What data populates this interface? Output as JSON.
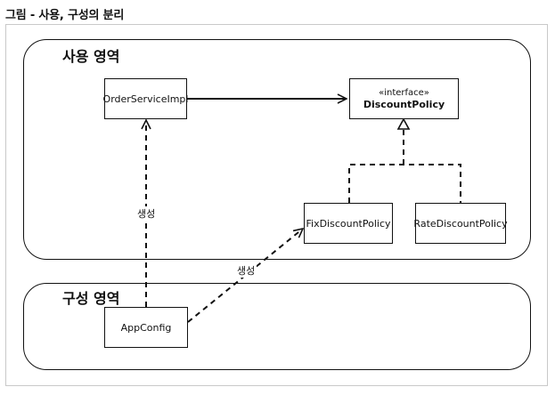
{
  "figure": {
    "title": "그림 - 사용, 구성의 분리"
  },
  "zones": {
    "usage": {
      "title": "사용 영역"
    },
    "config": {
      "title": "구성 영역"
    }
  },
  "nodes": {
    "order_service_impl": {
      "label": "OrderServiceImpl"
    },
    "discount_policy": {
      "stereotype": "«interface»",
      "label": "DiscountPolicy"
    },
    "fix_discount_policy": {
      "label": "FixDiscountPolicy"
    },
    "rate_discount_policy": {
      "label": "RateDiscountPolicy"
    },
    "app_config": {
      "label": "AppConfig"
    }
  },
  "edges": {
    "create_order_service": {
      "label": "생성"
    },
    "create_fix_policy": {
      "label": "생성"
    }
  },
  "colors": {
    "line": "#111111",
    "frame_border": "#c9c9c9",
    "background": "#ffffff"
  }
}
